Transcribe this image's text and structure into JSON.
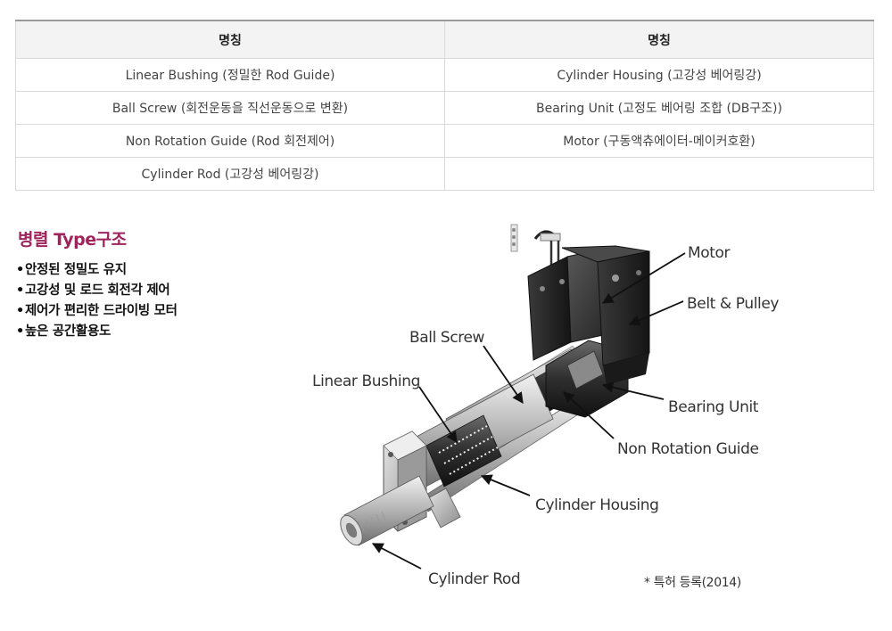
{
  "table": {
    "headers": [
      "명칭",
      "명칭"
    ],
    "rows": [
      [
        "Linear Bushing (정밀한 Rod Guide)",
        "Cylinder Housing (고강성 베어링강)"
      ],
      [
        "Ball Screw (회전운동을 직선운동으로 변환)",
        "Bearing Unit (고정도 베어링 조합 (DB구조))"
      ],
      [
        "Non Rotation Guide (Rod 회전제어)",
        "Motor (구동액츄에이터-메이커호환)"
      ],
      [
        "Cylinder Rod (고강성 베어링강)",
        ""
      ]
    ]
  },
  "section": {
    "title": "병렬 Type구조",
    "bullets": [
      "안정된 정밀도 유지",
      "고강성 및 로드 회전각 제어",
      "제어가 편리한 드라이빙 모터",
      "높은 공간활용도"
    ]
  },
  "diagram": {
    "labels": {
      "motor": "Motor",
      "belt_pulley": "Belt & Pulley",
      "ball_screw": "Ball Screw",
      "linear_bushing": "Linear Bushing",
      "bearing_unit": "Bearing Unit",
      "non_rotation_guide": "Non Rotation Guide",
      "cylinder_housing": "Cylinder Housing",
      "cylinder_rod": "Cylinder Rod"
    },
    "patent_note": "* 특허 등록(2014)"
  }
}
